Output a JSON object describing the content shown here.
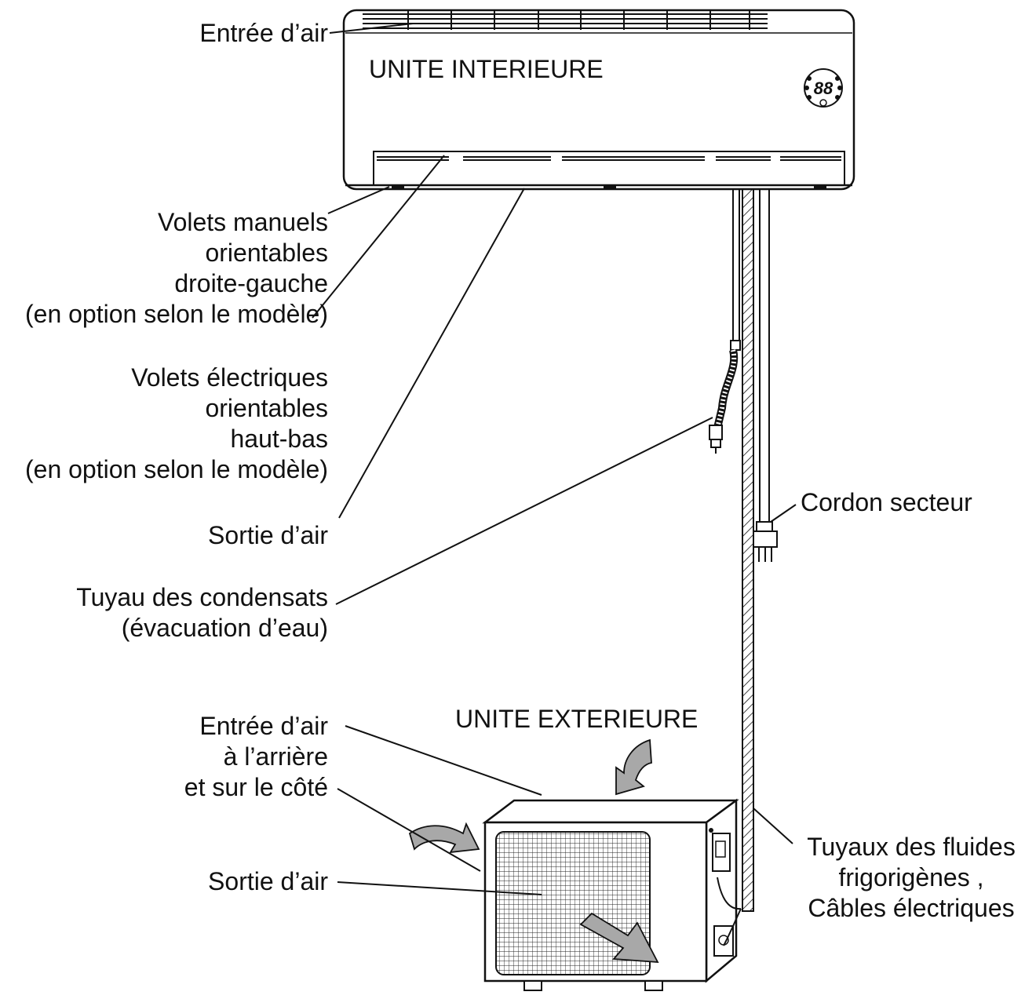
{
  "indoor_unit": {
    "title": "UNITE INTERIEURE",
    "display_digits": "88"
  },
  "outdoor_unit": {
    "title": "UNITE EXTERIEURE"
  },
  "labels": {
    "air_inlet_top": "Entrée d’air",
    "manual_louvers": [
      "Volets manuels",
      "orientables",
      "droite-gauche",
      "(en option selon le modèle)"
    ],
    "electric_louvers": [
      "Volets électriques",
      "orientables",
      "haut-bas",
      "(en option selon le modèle)"
    ],
    "air_outlet_indoor": "Sortie d’air",
    "condensate_pipe": [
      "Tuyau des condensats",
      "(évacuation d’eau)"
    ],
    "power_cord": "Cordon secteur",
    "air_inlet_rear": [
      "Entrée d’air",
      "à l’arrière",
      "et sur le côté"
    ],
    "air_outlet_outdoor": "Sortie d’air",
    "refrigerant_pipes": [
      "Tuyaux des fluides",
      "frigorigènes ,",
      "Câbles électriques"
    ]
  },
  "colors": {
    "line": "#111111",
    "arrow_fill": "#a8a8a8",
    "background": "#ffffff"
  }
}
